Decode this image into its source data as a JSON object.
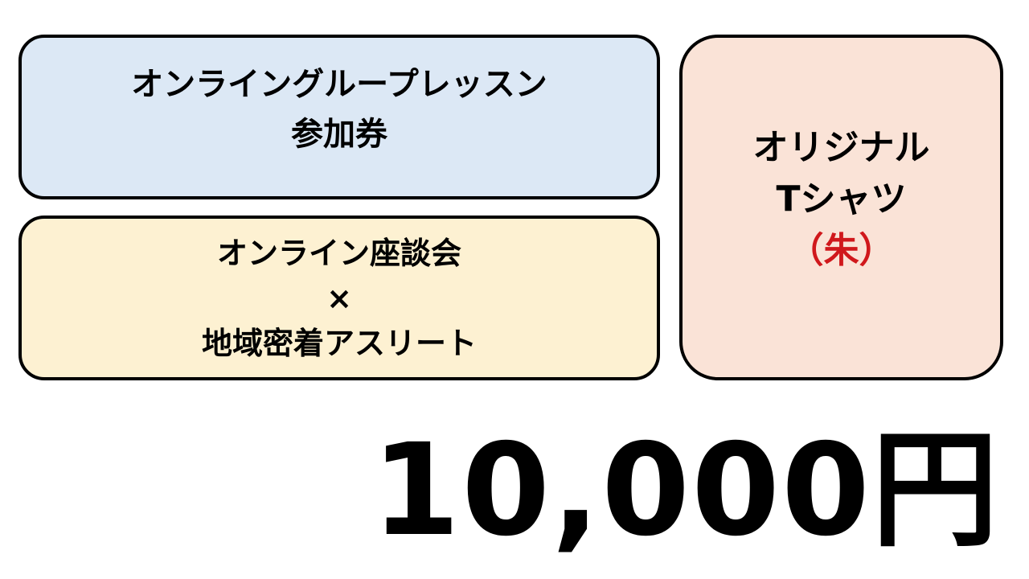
{
  "rewards": [
    {
      "lines": [
        "オンライングループレッスン",
        "参加券"
      ],
      "background": "#dce8f5"
    },
    {
      "lines": [
        "オンライン座談会",
        "×",
        "地域密着アスリート"
      ],
      "background": "#fdf1d2"
    },
    {
      "lines": [
        "オリジナル",
        "Tシャツ"
      ],
      "note": "（朱）",
      "note_color": "#d0181c",
      "background": "#fae3d7"
    }
  ],
  "price": "10,000円"
}
